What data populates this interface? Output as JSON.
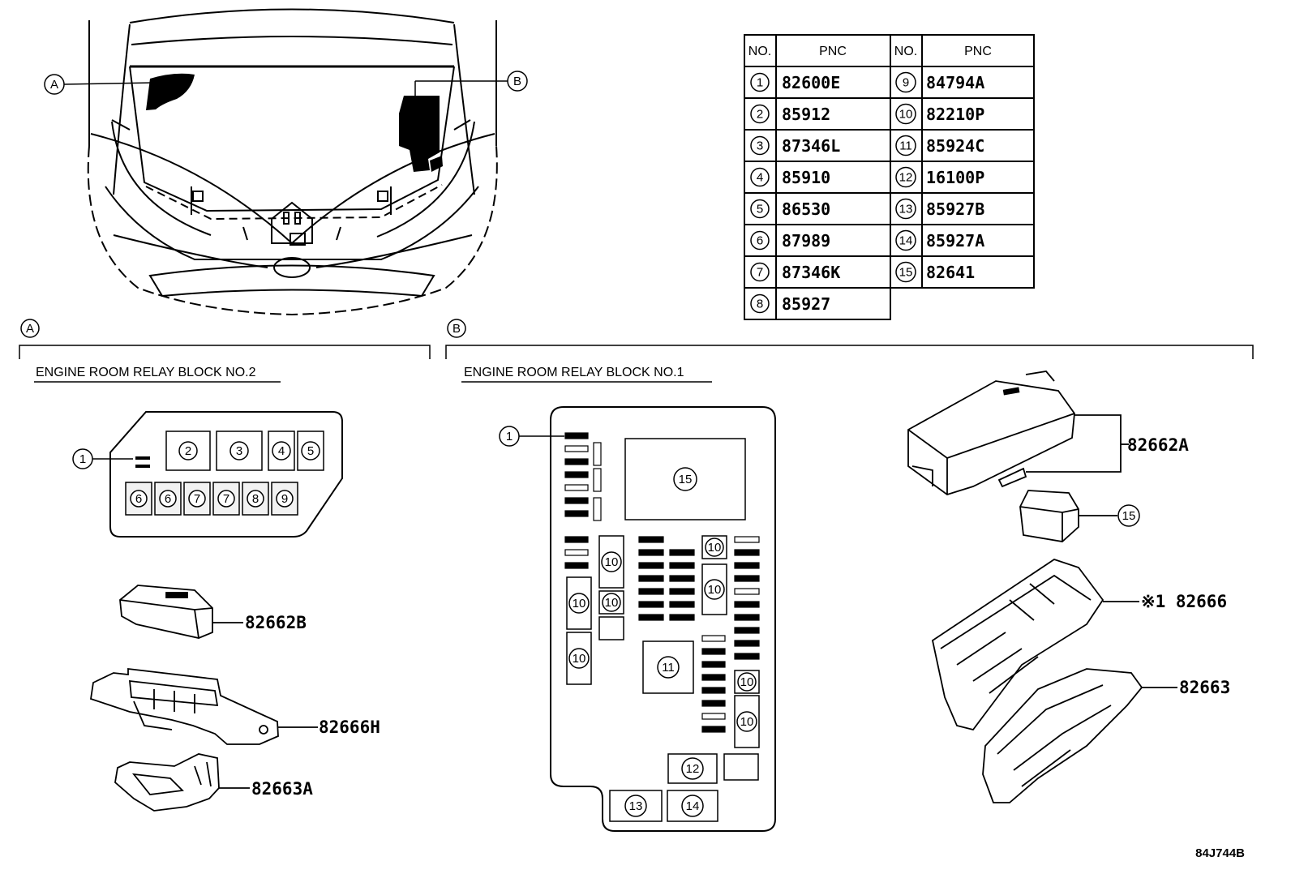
{
  "pnc_table": {
    "headers": [
      "NO.",
      "PNC",
      "NO.",
      "PNC"
    ],
    "rows": [
      {
        "no": "1",
        "pnc": "82600E"
      },
      {
        "no": "2",
        "pnc": "85912"
      },
      {
        "no": "3",
        "pnc": "87346L"
      },
      {
        "no": "4",
        "pnc": "85910"
      },
      {
        "no": "5",
        "pnc": "86530"
      },
      {
        "no": "6",
        "pnc": "87989"
      },
      {
        "no": "7",
        "pnc": "87346K"
      },
      {
        "no": "8",
        "pnc": "85927"
      },
      {
        "no": "9",
        "pnc": "84794A"
      },
      {
        "no": "10",
        "pnc": "82210P"
      },
      {
        "no": "11",
        "pnc": "85924C"
      },
      {
        "no": "12",
        "pnc": "16100P"
      },
      {
        "no": "13",
        "pnc": "85927B"
      },
      {
        "no": "14",
        "pnc": "85927A"
      },
      {
        "no": "15",
        "pnc": "82641"
      }
    ]
  },
  "markers": {
    "a": "A",
    "b": "B"
  },
  "section_a": {
    "title": "ENGINE ROOM RELAY BLOCK NO.2",
    "parts": [
      "82662B",
      "82666H",
      "82663A"
    ],
    "slot_numbers": [
      "1",
      "2",
      "3",
      "4",
      "5",
      "6",
      "6",
      "7",
      "7",
      "8",
      "9"
    ]
  },
  "section_b": {
    "title": "ENGINE ROOM RELAY BLOCK NO.1",
    "parts": [
      "82662A",
      "15",
      "※1 82666",
      "82663"
    ],
    "slot_numbers": [
      "1",
      "15",
      "10",
      "10",
      "10",
      "10",
      "10",
      "10",
      "10",
      "10",
      "11",
      "12",
      "13",
      "14"
    ]
  },
  "footer_code": "84J744B"
}
